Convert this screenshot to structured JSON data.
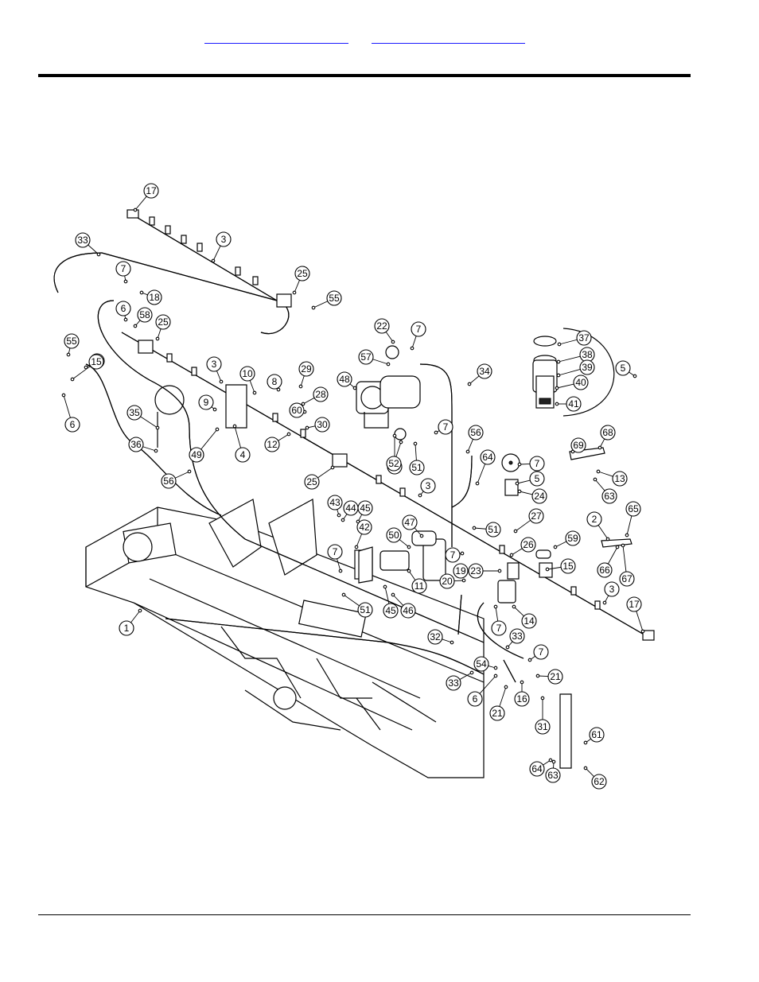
{
  "header": {
    "links": [
      {
        "label": ""
      },
      {
        "label": ""
      }
    ]
  },
  "diagram": {
    "callouts": [
      {
        "num": "17"
      },
      {
        "num": "33"
      },
      {
        "num": "3"
      },
      {
        "num": "25"
      },
      {
        "num": "55"
      },
      {
        "num": "7"
      },
      {
        "num": "18"
      },
      {
        "num": "6"
      },
      {
        "num": "58"
      },
      {
        "num": "25"
      },
      {
        "num": "6"
      },
      {
        "num": "55"
      },
      {
        "num": "6"
      },
      {
        "num": "15"
      },
      {
        "num": "22"
      },
      {
        "num": "7"
      },
      {
        "num": "57"
      },
      {
        "num": "34"
      },
      {
        "num": "3"
      },
      {
        "num": "10"
      },
      {
        "num": "8"
      },
      {
        "num": "29"
      },
      {
        "num": "48"
      },
      {
        "num": "28"
      },
      {
        "num": "60"
      },
      {
        "num": "9"
      },
      {
        "num": "30"
      },
      {
        "num": "12"
      },
      {
        "num": "35"
      },
      {
        "num": "49"
      },
      {
        "num": "4"
      },
      {
        "num": "36"
      },
      {
        "num": "53"
      },
      {
        "num": "52"
      },
      {
        "num": "51"
      },
      {
        "num": "7"
      },
      {
        "num": "56"
      },
      {
        "num": "56"
      },
      {
        "num": "25"
      },
      {
        "num": "37"
      },
      {
        "num": "38"
      },
      {
        "num": "39"
      },
      {
        "num": "5"
      },
      {
        "num": "40"
      },
      {
        "num": "41"
      },
      {
        "num": "69"
      },
      {
        "num": "68"
      },
      {
        "num": "13"
      },
      {
        "num": "63"
      },
      {
        "num": "64"
      },
      {
        "num": "7"
      },
      {
        "num": "5"
      },
      {
        "num": "3"
      },
      {
        "num": "24"
      },
      {
        "num": "43"
      },
      {
        "num": "44"
      },
      {
        "num": "45"
      },
      {
        "num": "42"
      },
      {
        "num": "47"
      },
      {
        "num": "27"
      },
      {
        "num": "51"
      },
      {
        "num": "2"
      },
      {
        "num": "65"
      },
      {
        "num": "50"
      },
      {
        "num": "26"
      },
      {
        "num": "59"
      },
      {
        "num": "7"
      },
      {
        "num": "7"
      },
      {
        "num": "19"
      },
      {
        "num": "23"
      },
      {
        "num": "15"
      },
      {
        "num": "66"
      },
      {
        "num": "67"
      },
      {
        "num": "20"
      },
      {
        "num": "11"
      },
      {
        "num": "51"
      },
      {
        "num": "45"
      },
      {
        "num": "46"
      },
      {
        "num": "3"
      },
      {
        "num": "1"
      },
      {
        "num": "14"
      },
      {
        "num": "17"
      },
      {
        "num": "7"
      },
      {
        "num": "32"
      },
      {
        "num": "33"
      },
      {
        "num": "7"
      },
      {
        "num": "54"
      },
      {
        "num": "21"
      },
      {
        "num": "33"
      },
      {
        "num": "6"
      },
      {
        "num": "16"
      },
      {
        "num": "21"
      },
      {
        "num": "31"
      },
      {
        "num": "61"
      },
      {
        "num": "64"
      },
      {
        "num": "63"
      },
      {
        "num": "62"
      }
    ]
  }
}
